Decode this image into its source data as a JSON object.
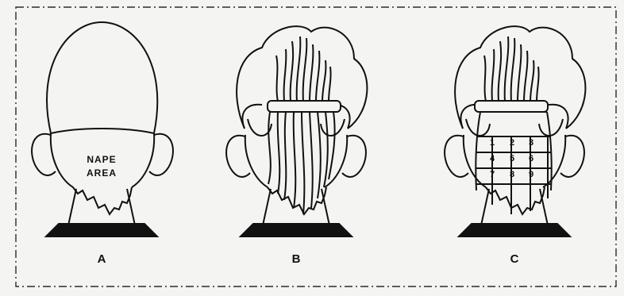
{
  "figures": [
    {
      "label": "A",
      "annotation": [
        "NAPE",
        "AREA"
      ]
    },
    {
      "label": "B"
    },
    {
      "label": "C",
      "section_numbers": [
        "1",
        "2",
        "3",
        "4",
        "5",
        "6",
        "7",
        "8",
        "9"
      ]
    }
  ]
}
